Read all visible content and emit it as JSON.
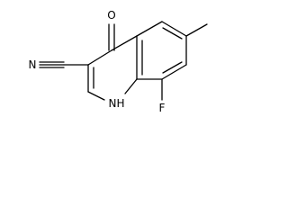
{
  "molecule": {
    "atoms": {
      "oxygen": "O",
      "cyano_nitrogen": "N",
      "ring_nitrogen": "N",
      "ring_hydrogen": "H",
      "fluorine": "F"
    }
  }
}
